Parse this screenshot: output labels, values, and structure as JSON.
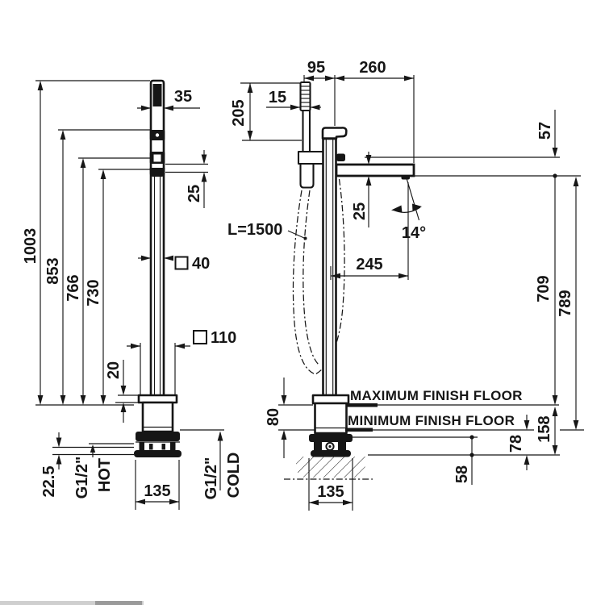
{
  "front": {
    "d1003": "1003",
    "d853": "853",
    "d766": "766",
    "d730": "730",
    "d35": "35",
    "d25": "25",
    "d40": "40",
    "d110": "110",
    "d20": "20",
    "d22_5": "22.5",
    "d135": "135",
    "hot_thread": "G1/2\"",
    "hot": "HOT",
    "cold_thread": "G1/2\"",
    "cold": "COLD"
  },
  "side": {
    "d95": "95",
    "d260": "260",
    "d205": "205",
    "d15": "15",
    "d57": "57",
    "d25": "25",
    "d245": "245",
    "angle": "14°",
    "hose": "L=1500",
    "d709": "709",
    "d789": "789",
    "d80": "80",
    "d158": "158",
    "d78": "78",
    "d58": "58",
    "d135": "135",
    "max_floor": "MAXIMUM FINISH FLOOR",
    "min_floor": "MINIMUM FINISH FLOOR"
  }
}
